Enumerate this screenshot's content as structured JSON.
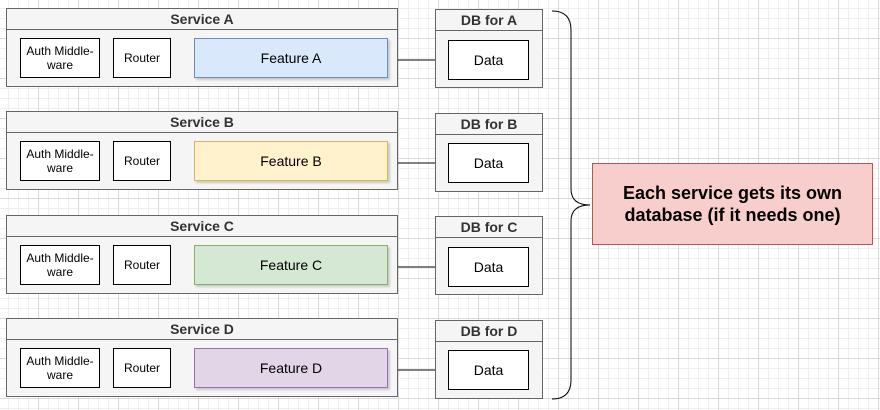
{
  "services": [
    {
      "title": "Service A",
      "auth": "Auth Middle-\nware",
      "router": "Router",
      "feature": "Feature A",
      "feature_fill": "#dae8fc",
      "feature_stroke": "#6c8ebf",
      "db_title": "DB for A",
      "data": "Data"
    },
    {
      "title": "Service B",
      "auth": "Auth Middle-\nware",
      "router": "Router",
      "feature": "Feature B",
      "feature_fill": "#fff2cc",
      "feature_stroke": "#d6b656",
      "db_title": "DB for B",
      "data": "Data"
    },
    {
      "title": "Service C",
      "auth": "Auth Middle-\nware",
      "router": "Router",
      "feature": "Feature C",
      "feature_fill": "#d5e8d4",
      "feature_stroke": "#82b366",
      "db_title": "DB for C",
      "data": "Data"
    },
    {
      "title": "Service D",
      "auth": "Auth Middle-\nware",
      "router": "Router",
      "feature": "Feature D",
      "feature_fill": "#e1d5e7",
      "feature_stroke": "#9673a6",
      "db_title": "DB for D",
      "data": "Data"
    }
  ],
  "callout": {
    "text": "Each service gets its own database (if it needs one)",
    "fill": "#f8cecc",
    "stroke": "#b85450"
  }
}
